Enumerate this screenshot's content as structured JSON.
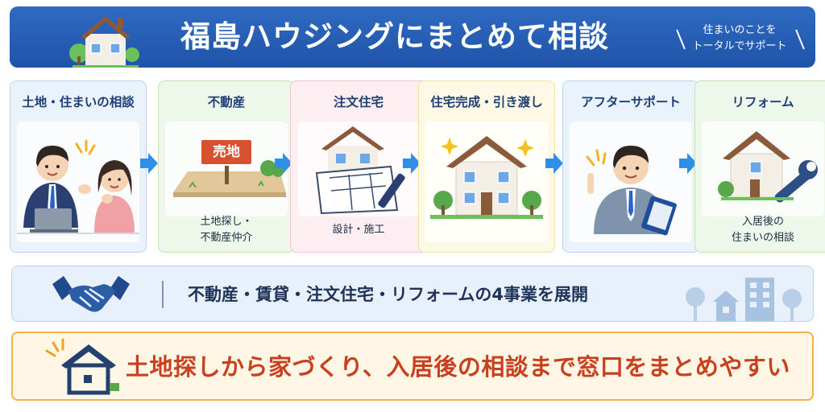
{
  "header": {
    "title": "福島ハウジングにまとめて相談",
    "sub_line1": "住まいのことを",
    "sub_line2": "トータルでサポート"
  },
  "steps": [
    {
      "title": "土地・住まいの相談",
      "caption1": "",
      "caption2": ""
    },
    {
      "title": "不動産",
      "sign": "売地",
      "caption1": "土地探し・",
      "caption2": "不動産仲介"
    },
    {
      "title": "注文住宅",
      "caption1": "設計・施工",
      "caption2": ""
    },
    {
      "title": "住宅完成・引き渡し",
      "caption1": "",
      "caption2": ""
    },
    {
      "title": "アフターサポート",
      "caption1": "",
      "caption2": ""
    },
    {
      "title": "リフォーム",
      "caption1": "入居後の",
      "caption2": "住まいの相談"
    }
  ],
  "business": {
    "text": "不動産・賃貸・注文住宅・リフォームの4事業を展開"
  },
  "bottom": {
    "text": "土地探しから家づくり、入居後の相談まで窓口をまとめやすい"
  },
  "colors": {
    "header_blue": "#2f6ac2",
    "step_title": "#1f3f77",
    "arrow_blue": "#2f8fe6",
    "bottom_accent": "#c8401e",
    "bottom_border": "#f0b24a"
  }
}
